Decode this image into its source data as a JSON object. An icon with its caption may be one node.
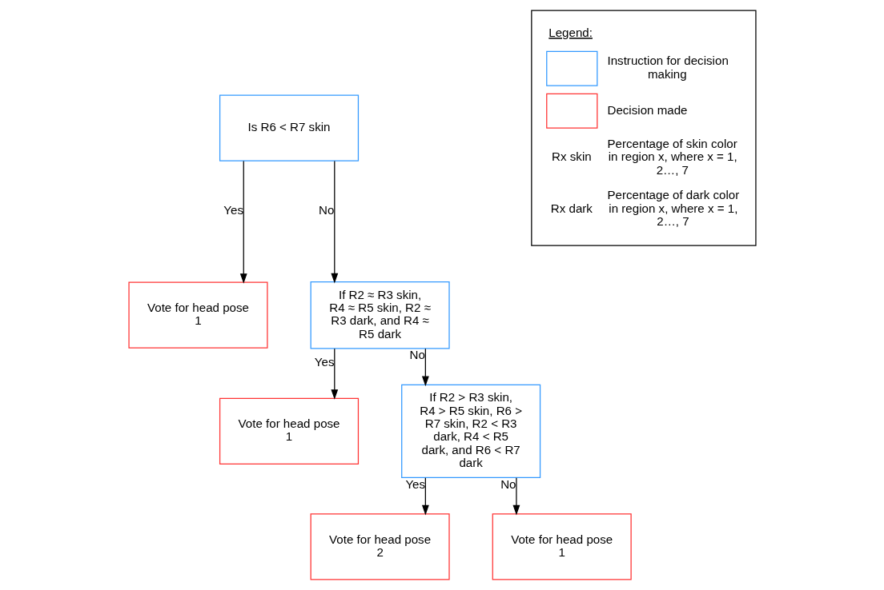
{
  "diagram": {
    "nodes": [
      {
        "text": [
          "Is R6 < R7 skin"
        ]
      },
      {
        "text": [
          "Vote for head pose 1"
        ]
      },
      {
        "text": [
          "If R2 ≈ R3 skin, R4 ≈ R5 skin, R2 ≈ R3 dark, and R4 ≈ R5 dark"
        ]
      },
      {
        "text": [
          "Vote for head pose 1"
        ]
      },
      {
        "text": [
          "If R2 > R3 skin, R4 > R5 skin, R6 > R7 skin, R2 < R3 dark, R4 < R5 dark, and R6 < R7 dark"
        ]
      },
      {
        "text": [
          "Vote for head pose 2"
        ]
      },
      {
        "text": [
          "Vote for head pose 1"
        ]
      }
    ],
    "edges": [
      {
        "from": 0,
        "to": 1,
        "arrow": "to",
        "label": "Yes"
      },
      {
        "from": 0,
        "to": 2,
        "arrow": "to",
        "label": "No"
      },
      {
        "from": 2,
        "to": 3,
        "arrow": "to",
        "label": "Yes"
      },
      {
        "from": 2,
        "to": 4,
        "arrow": "to",
        "label": "No"
      },
      {
        "from": 4,
        "to": 5,
        "arrow": "to",
        "label": "Yes"
      },
      {
        "from": 4,
        "to": 6,
        "arrow": "to",
        "label": "No"
      }
    ],
    "labels": [
      "Legend:",
      "Rx skin",
      "Rx dark"
    ],
    "legend": [
      {
        "text": "Instruction for decision making",
        "color": "#3399ff"
      },
      {
        "text": "Decision made",
        "color": "#ff3333"
      },
      {
        "text": "Percentage of skin color in region x, where x = 1, 2…, 7"
      },
      {
        "text": "Percentage of dark color in region x, where x = 1, 2…, 7"
      }
    ]
  }
}
